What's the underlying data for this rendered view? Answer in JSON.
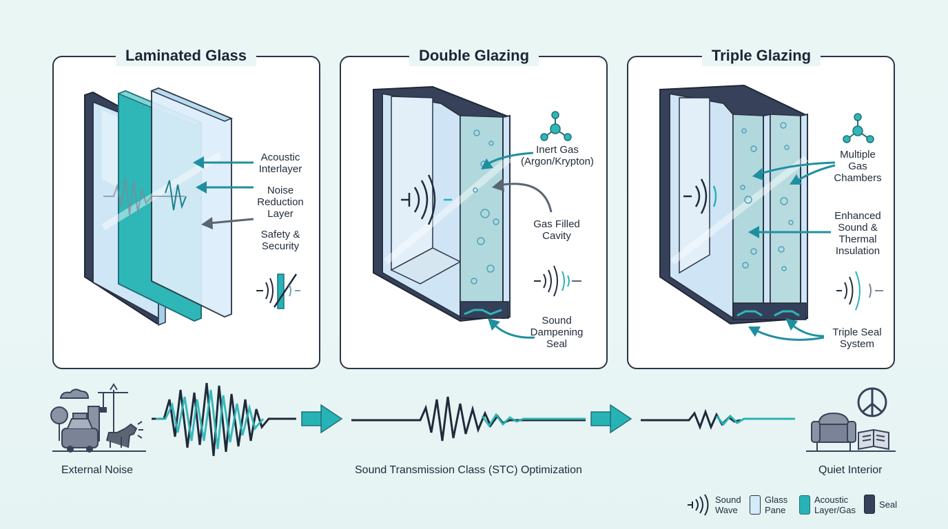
{
  "panels": [
    {
      "title": "Laminated Glass",
      "labels": [
        "Acoustic\nInterlayer",
        "Noise\nReduction\nLayer",
        "Safety &\nSecurity"
      ]
    },
    {
      "title": "Double Glazing",
      "labels": [
        "Inert Gas\n(Argon/Krypton)",
        "Gas Filled\nCavity",
        "Sound\nDampening\nSeal"
      ]
    },
    {
      "title": "Triple Glazing",
      "labels": [
        "Multiple\nGas\nChambers",
        "Enhanced\nSound &\nThermal\nInsulation",
        "Triple Seal\nSystem"
      ]
    }
  ],
  "bottom": {
    "left": "External Noise",
    "center": "Sound Transmission Class (STC) Optimization",
    "right": "Quiet Interior"
  },
  "legend": [
    {
      "label": "Sound\nWave",
      "icon": "sound-wave-icon"
    },
    {
      "label": "Glass\nPane",
      "icon": "glass-pane-swatch"
    },
    {
      "label": "Acoustic\nLayer/Gas",
      "icon": "acoustic-layer-swatch"
    },
    {
      "label": "Seal",
      "icon": "seal-swatch"
    }
  ],
  "colors": {
    "frame": "#2b3445",
    "glass": "#d4ebfa",
    "acoustic": "#27b3b5",
    "teal_dark": "#1c8f9b",
    "arrow_gray": "#5b6472"
  }
}
